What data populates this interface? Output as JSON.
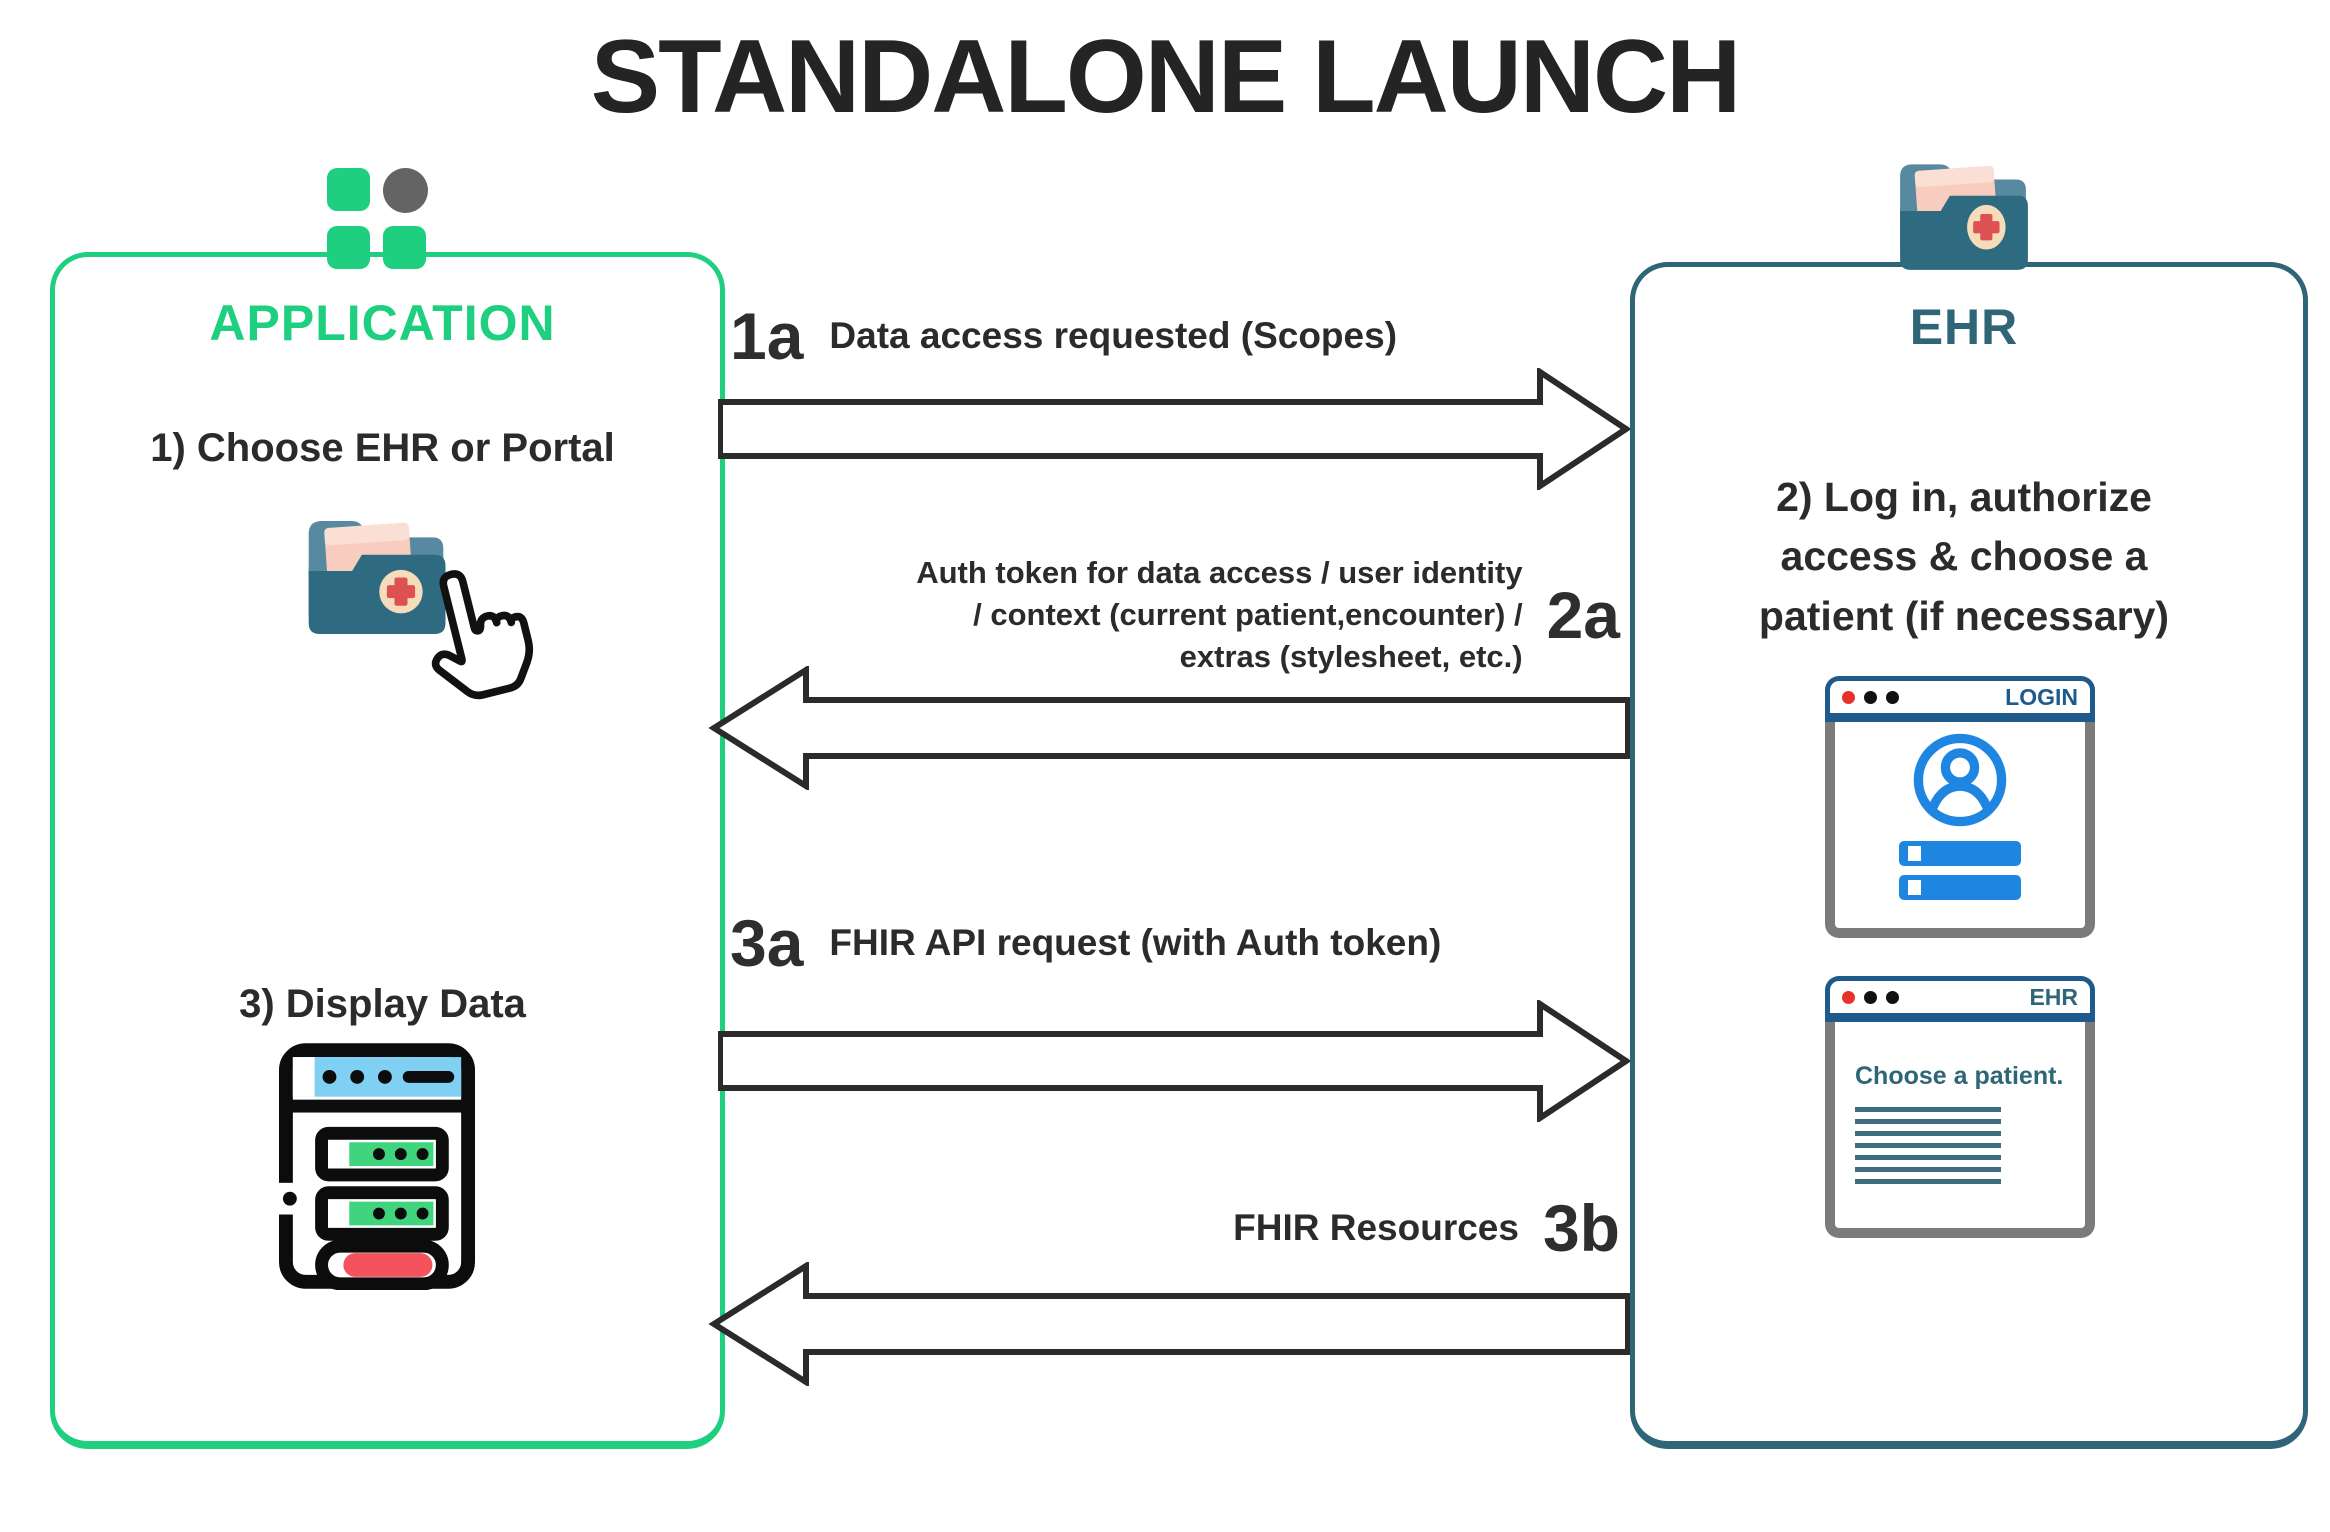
{
  "title": "STANDALONE LAUNCH",
  "application": {
    "title": "APPLICATION",
    "step1": "1) Choose EHR or Portal",
    "step3": "3) Display Data"
  },
  "ehr": {
    "title": "EHR",
    "step2_lines": [
      "2) Log in, authorize",
      "access & choose a",
      "patient (if necessary)"
    ],
    "login_window": {
      "title": "LOGIN"
    },
    "ehr_window": {
      "title": "EHR",
      "body": "Choose a patient."
    }
  },
  "flows": {
    "f1a": {
      "num": "1a",
      "label": "Data access requested (Scopes)",
      "direction": "app-to-ehr"
    },
    "f2a": {
      "num": "2a",
      "lines": [
        "Auth token for data access / user identity",
        "/ context (current patient,encounter) /",
        "extras (stylesheet, etc.)"
      ],
      "direction": "ehr-to-app"
    },
    "f3a": {
      "num": "3a",
      "label": "FHIR API request (with Auth token)",
      "direction": "app-to-ehr"
    },
    "f3b": {
      "num": "3b",
      "label": "FHIR Resources",
      "direction": "ehr-to-app"
    }
  },
  "colors": {
    "accent_green": "#1dcf7e",
    "accent_teal": "#2e6577",
    "text_dark": "#2b2b2b",
    "titlebar_navy": "#1e5b8c",
    "login_blue": "#1e86e0",
    "window_gray": "#7b7b7b",
    "folder_front": "#2f6b80",
    "folder_back": "#578aa0",
    "paper_pink": "#f8cdc0",
    "badge_cream": "#f5dcba",
    "cross_red": "#dd5152",
    "browser_bar_blue": "#7fd0f2",
    "browser_bar_green": "#41d47f",
    "browser_bar_red": "#f4535e",
    "window_dot_red": "#e8312a",
    "grid_dot_gray": "#646464"
  }
}
